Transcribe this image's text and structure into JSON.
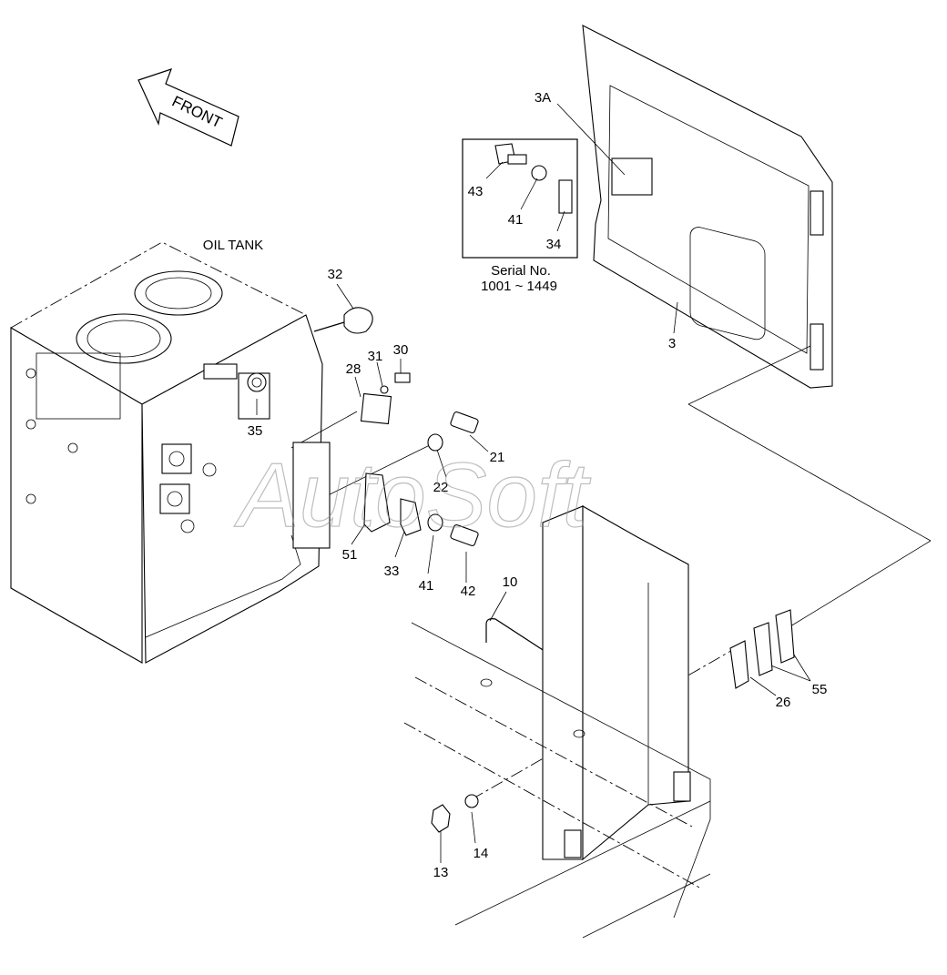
{
  "front_arrow": {
    "label": "FRONT"
  },
  "oil_tank": {
    "label": "OIL TANK"
  },
  "serial_box": {
    "line1": "Serial No.",
    "line2": "1001 ~ 1449"
  },
  "watermark": "AutoSoft",
  "callouts": {
    "p3": "3",
    "p3A": "3A",
    "p43": "43",
    "p41_inset": "41",
    "p34": "34",
    "p32": "32",
    "p31": "31",
    "p30": "30",
    "p28": "28",
    "p35": "35",
    "p21": "21",
    "p22": "22",
    "p51": "51",
    "p33": "33",
    "p41": "41",
    "p42": "42",
    "p10": "10",
    "p26": "26",
    "p55": "55",
    "p14": "14",
    "p13": "13"
  }
}
